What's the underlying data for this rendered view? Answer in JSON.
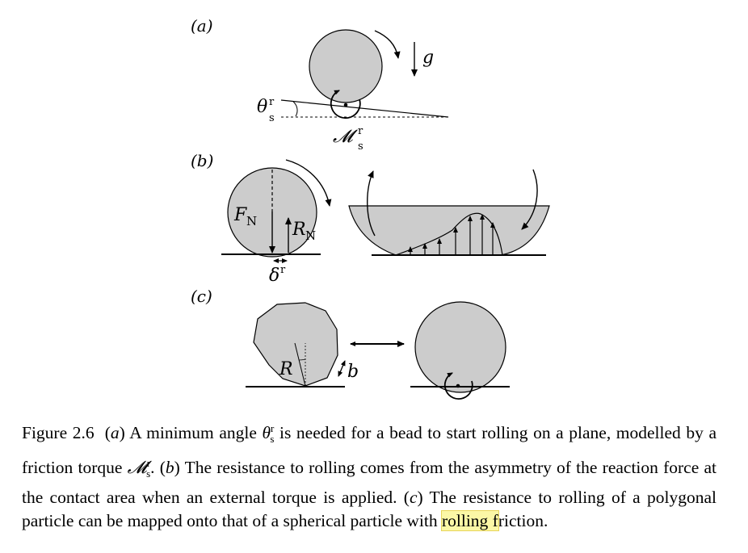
{
  "figure": {
    "panels": [
      {
        "label": "(a)",
        "symbols": {
          "gravity": "g",
          "angle": "θ",
          "angle_sup": "r",
          "angle_sub": "s",
          "torque": "𝓜",
          "torque_sup": "r",
          "torque_sub": "s"
        }
      },
      {
        "label": "(b)",
        "symbols": {
          "normal_force": "F",
          "normal_force_sub": "N",
          "reaction_force": "R",
          "reaction_force_sub": "N",
          "offset": "δ",
          "offset_sup": "r"
        }
      },
      {
        "label": "(c)",
        "symbols": {
          "radius": "R",
          "side": "b"
        }
      }
    ]
  },
  "caption": {
    "figure_number": "Figure 2.6",
    "part_a_label": "a",
    "part_a_text_1": " A minimum angle ",
    "theta": "θ",
    "theta_sup": "r",
    "theta_sub": "s",
    "part_a_text_2": " is needed for a bead to start rolling on a plane, modelled by a friction torque ",
    "torque": "𝓜",
    "torque_sup": "r",
    "torque_sub": "s",
    "part_a_text_3": ". (",
    "part_b_label": "b",
    "part_b_text": ") The resistance to rolling comes from the asymmetry of the reaction force at the contact area when an external torque is applied. (",
    "part_c_label": "c",
    "part_c_text_1": ") The resistance to rolling of a polygonal particle can be mapped onto that of a spherical particle with ",
    "highlight": "rolling f",
    "part_c_text_2": "riction."
  },
  "colors": {
    "particle_fill": "#cccccc",
    "highlight": "#fbf7a6"
  }
}
